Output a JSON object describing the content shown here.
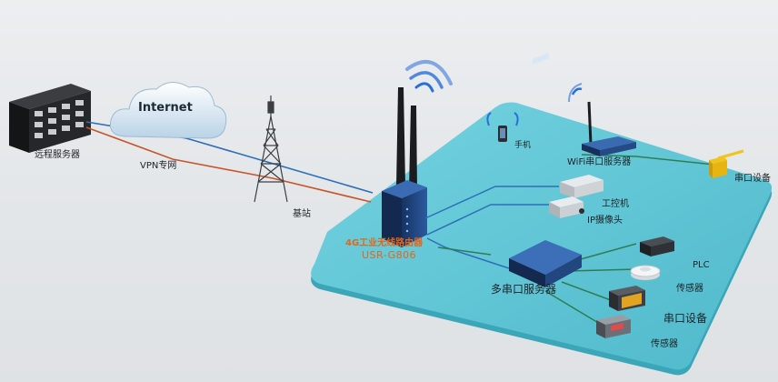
{
  "internet_label": "Internet",
  "vpn_label": "VPN专网",
  "remote_server_label": "远程服务器",
  "base_station_label": "基站",
  "router_label": "4G工业无线路由器",
  "router_model": "USR-G806",
  "phone_label": "手机",
  "wifi_server_label": "WiFi串口服务器",
  "serial_device_top_label": "串口设备",
  "ipc_label": "工控机",
  "ip_camera_label": "IP摄像头",
  "multi_server_label": "多串口服务器",
  "plc_label": "PLC",
  "sensor_label_1": "传感器",
  "serial_device_label": "串口设备",
  "sensor_label_2": "传感器",
  "colors": {
    "platform": "#5fc6d6",
    "blue_line": "#2d6fb8",
    "red_line": "#c8542a",
    "green_line": "#2f7d54",
    "wifi_arc": "#2a6fd6",
    "router_body": "#1f3f78"
  }
}
